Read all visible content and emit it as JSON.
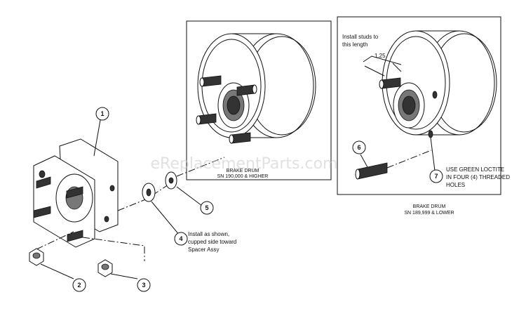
{
  "watermark": "eReplacementParts.com",
  "callouts": [
    {
      "id": "c1",
      "number": "1"
    },
    {
      "id": "c2",
      "number": "2"
    },
    {
      "id": "c3",
      "number": "3"
    },
    {
      "id": "c4",
      "number": "4"
    },
    {
      "id": "c5",
      "number": "5"
    },
    {
      "id": "c6",
      "number": "6"
    },
    {
      "id": "c7",
      "number": "7"
    }
  ],
  "notes": {
    "install_as_shown": [
      "Install as shown,",
      "cupped side toward",
      "Spacer Assy"
    ],
    "install_studs": [
      "Install studs to",
      "this length"
    ],
    "stud_length": "1.25",
    "loctite": [
      "USE GREEN LOCTITE",
      "IN FOUR (4) THREADED",
      "HOLES"
    ]
  },
  "panels": {
    "left": {
      "title": "BRAKE DRUM",
      "subtitle": "SN 190,000 & HIGHER"
    },
    "right": {
      "title": "BRAKE DRUM",
      "subtitle": "SN 189,999 & LOWER"
    }
  }
}
